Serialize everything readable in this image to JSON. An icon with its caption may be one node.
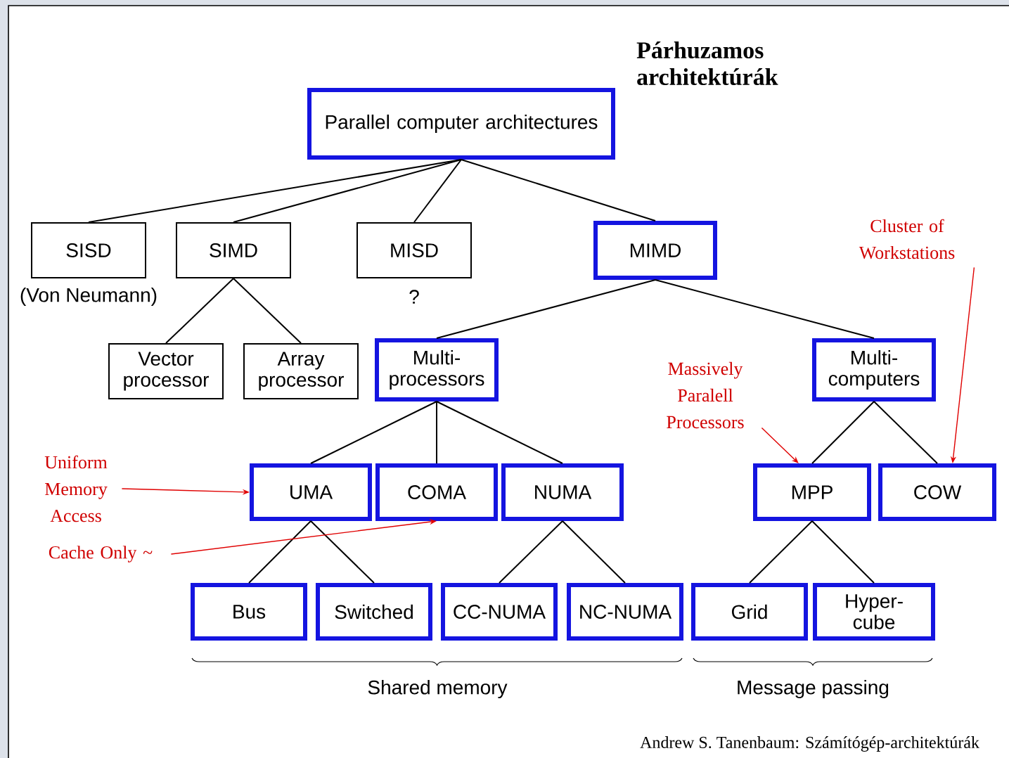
{
  "diagram": {
    "title": "Párhuzamos architektúrák",
    "caption": "Andrew S. Tanenbaum: Számítógép-architektúrák",
    "nodes": [
      {
        "text": [
          "Parallel computer architectures"
        ]
      },
      {
        "text": [
          "SISD"
        ],
        "beside": [
          "(Von Neumann)"
        ]
      },
      {
        "text": [
          "SIMD"
        ]
      },
      {
        "text": [
          "MISD"
        ],
        "beside": [
          "?"
        ]
      },
      {
        "text": [
          "MIMD"
        ]
      },
      {
        "text": [
          "Vector processor"
        ]
      },
      {
        "text": [
          "Array processor"
        ]
      },
      {
        "text": [
          "Multi- processors"
        ]
      },
      {
        "text": [
          "Multi- computers"
        ]
      },
      {
        "text": [
          "UMA"
        ]
      },
      {
        "text": [
          "COMA"
        ]
      },
      {
        "text": [
          "NUMA"
        ]
      },
      {
        "text": [
          "MPP"
        ]
      },
      {
        "text": [
          "COW"
        ]
      },
      {
        "text": [
          "Bus"
        ]
      },
      {
        "text": [
          "Switched"
        ]
      },
      {
        "text": [
          "CC-NUMA"
        ]
      },
      {
        "text": [
          "NC-NUMA"
        ]
      },
      {
        "text": [
          "Grid"
        ]
      },
      {
        "text": [
          "Hyper- cube"
        ]
      },
      {
        "text": [
          "Uniform Memory Access"
        ]
      },
      {
        "text": [
          "Cache Only ~"
        ]
      },
      {
        "text": [
          "Massively Paralell Processors"
        ]
      },
      {
        "text": [
          "Cluster of Workstations"
        ]
      }
    ],
    "edges": [
      {
        "from": 0,
        "to": 1,
        "arrow": "none"
      },
      {
        "from": 0,
        "to": 2,
        "arrow": "none"
      },
      {
        "from": 0,
        "to": 3,
        "arrow": "none"
      },
      {
        "from": 0,
        "to": 4,
        "arrow": "none"
      },
      {
        "from": 2,
        "to": 5,
        "arrow": "none"
      },
      {
        "from": 2,
        "to": 6,
        "arrow": "none"
      },
      {
        "from": 4,
        "to": 7,
        "arrow": "none"
      },
      {
        "from": 4,
        "to": 8,
        "arrow": "none"
      },
      {
        "from": 7,
        "to": 9,
        "arrow": "none"
      },
      {
        "from": 7,
        "to": 10,
        "arrow": "none"
      },
      {
        "from": 7,
        "to": 11,
        "arrow": "none"
      },
      {
        "from": 8,
        "to": 12,
        "arrow": "none"
      },
      {
        "from": 8,
        "to": 13,
        "arrow": "none"
      },
      {
        "from": 9,
        "to": 14,
        "arrow": "none"
      },
      {
        "from": 9,
        "to": 15,
        "arrow": "none"
      },
      {
        "from": 11,
        "to": 16,
        "arrow": "none"
      },
      {
        "from": 11,
        "to": 17,
        "arrow": "none"
      },
      {
        "from": 12,
        "to": 18,
        "arrow": "none"
      },
      {
        "from": 12,
        "to": 19,
        "arrow": "none"
      },
      {
        "from": 20,
        "to": 9,
        "arrow": "to",
        "color": "#e00000"
      },
      {
        "from": 21,
        "to": 10,
        "arrow": "to",
        "color": "#e00000"
      },
      {
        "from": 22,
        "to": 12,
        "arrow": "to",
        "color": "#e00000"
      },
      {
        "from": 23,
        "to": 13,
        "arrow": "to",
        "color": "#e00000"
      }
    ],
    "labels": [
      "Shared memory",
      "Message passing"
    ]
  }
}
